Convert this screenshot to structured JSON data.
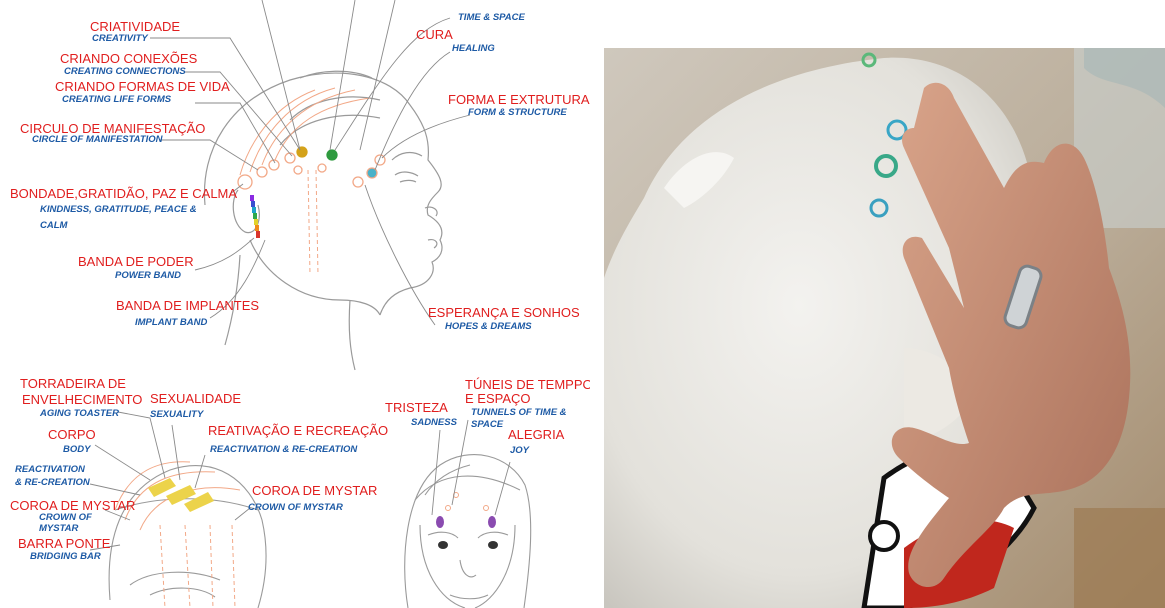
{
  "colors": {
    "portuguese_label": "#e01e1e",
    "english_label": "#1d5aa5",
    "leader_line": "#8a8a8a",
    "sketch_line": "#9a9a9a",
    "grid_line": "#f2a887",
    "mannequin": "#e9e7e2"
  },
  "profile_labels": [
    {
      "pt": "CRIATIVIDADE",
      "en": "CREATIVITY"
    },
    {
      "pt": "",
      "en": "TIME & SPACE"
    },
    {
      "pt": "CURA",
      "en": "HEALING"
    },
    {
      "pt": "CRIANDO CONEXÕES",
      "en": "CREATING CONNECTIONS"
    },
    {
      "pt": "CRIANDO FORMAS DE VIDA",
      "en": "CREATING LIFE FORMS"
    },
    {
      "pt": "FORMA E EXTRUTURA",
      "en": "FORM & STRUCTURE"
    },
    {
      "pt": "CIRCULO DE MANIFESTAÇÃO",
      "en": "CIRCLE OF MANIFESTATION"
    },
    {
      "pt": "BONDADE,GRATIDÃO, PAZ E CALMA",
      "en1": "KINDNESS, GRATITUDE, PEACE &",
      "en2": "CALM"
    },
    {
      "pt": "BANDA DE PODER",
      "en": "POWER BAND"
    },
    {
      "pt": "BANDA DE IMPLANTES",
      "en": "IMPLANT BAND"
    },
    {
      "pt": "ESPERANÇA E SONHOS",
      "en": "HOPES & DREAMS"
    }
  ],
  "top_head_labels": [
    {
      "pt1": "TORRADEIRA DE",
      "pt2": "ENVELHECIMENTO",
      "en": "AGING TOASTER"
    },
    {
      "pt": "SEXUALIDADE",
      "en": "SEXUALITY"
    },
    {
      "pt": "CORPO",
      "en": "BODY"
    },
    {
      "pt": "REATIVAÇÃO E RECREAÇÃO",
      "en": "REACTIVATION & RE-CREATION"
    },
    {
      "en1": "REACTIVATION",
      "en2": "& RE-CREATION"
    },
    {
      "pt": "COROA DE MYSTAR",
      "en": "CROWN OF MYSTAR"
    },
    {
      "pt": "COROA DE MYSTAR",
      "en1": "CROWN OF",
      "en2": "MYSTAR"
    },
    {
      "pt": "BARRA PONTE",
      "en": "BRIDGING BAR"
    }
  ],
  "front_face_labels": [
    {
      "pt": "TRISTEZA",
      "en": "SADNESS"
    },
    {
      "pt1": "TÚNEIS DE TEMPPO",
      "pt2": "E ESPAÇO",
      "en1": "TUNNELS OF TIME &",
      "en2": "SPACE"
    },
    {
      "pt": "ALEGRIA",
      "en": "JOY"
    }
  ]
}
